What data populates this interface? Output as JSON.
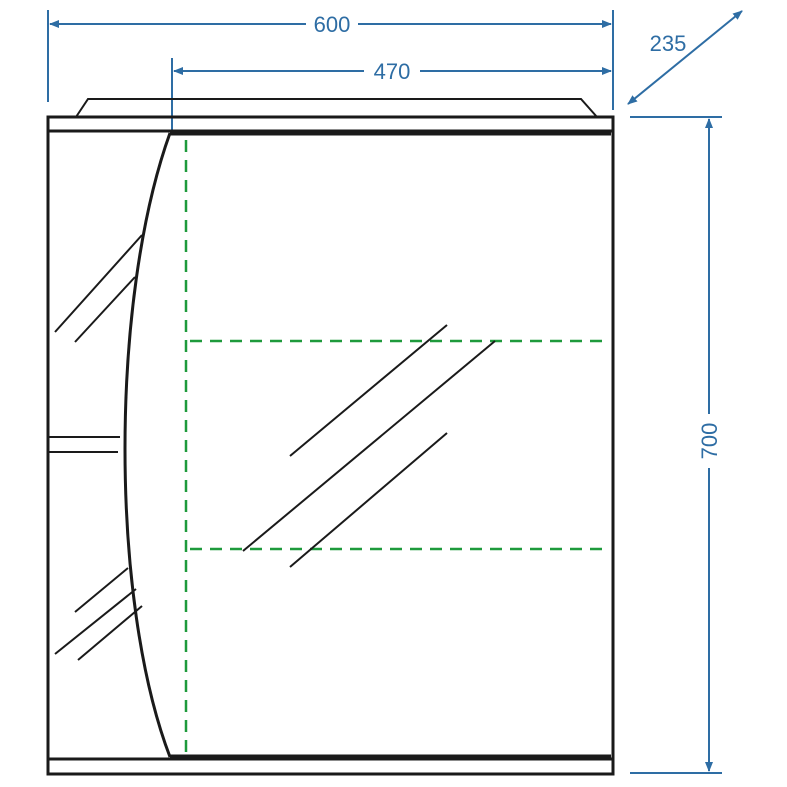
{
  "dimensions": {
    "total_width": "600",
    "door_width": "470",
    "depth": "235",
    "height": "700"
  },
  "colors": {
    "dimension_line": "#2e6da4",
    "outline": "#1a1a1a",
    "hidden_shelf": "#1e9a3c"
  }
}
